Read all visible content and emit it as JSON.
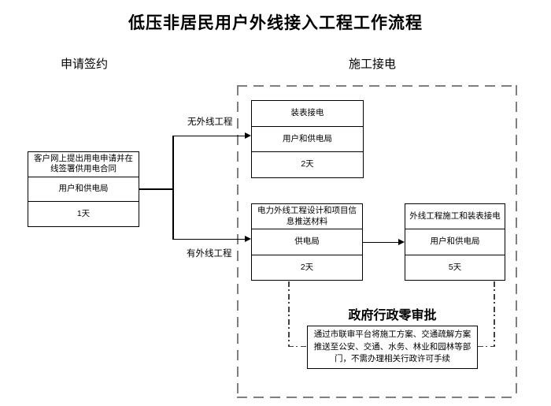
{
  "title": "低压非居民用户外线接入工程工作流程",
  "sections": {
    "left_label": "申请签约",
    "right_label": "施工接电"
  },
  "boxes": {
    "apply": {
      "step": "客户网上提出用电申请并在线签署供用电合同",
      "actor": "用户和供电局",
      "duration": "1天"
    },
    "meter": {
      "step": "装表接电",
      "actor": "用户和供电局",
      "duration": "2天"
    },
    "design": {
      "step": "电力外线工程设计和项目信息推送材料",
      "actor": "供电局",
      "duration": "2天"
    },
    "construct": {
      "step": "外线工程施工和装表接电",
      "actor": "用户和供电局",
      "duration": "5天"
    }
  },
  "branches": {
    "no_line": "无外线工程",
    "has_line": "有外线工程"
  },
  "approval": {
    "heading": "政府行政零审批",
    "note": "通过市联审平台将施工方案、交通疏解方案推送至公安、交通、水务、林业和园林等部门，不需办理相关行政许可手续"
  },
  "colors": {
    "line": "#000000",
    "dashed_border": "#7f7f7f",
    "dashdot_line": "#404040",
    "background": "#ffffff"
  }
}
